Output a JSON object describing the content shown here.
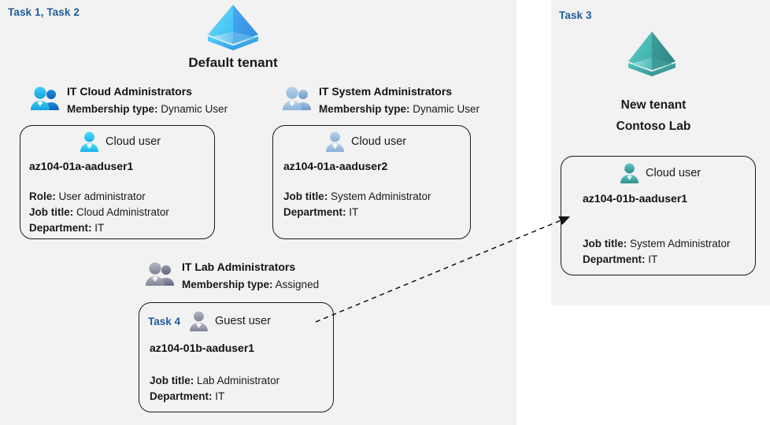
{
  "panels": {
    "default_tenant": {
      "task_label": "Task 1, Task 2",
      "tenant_title": "Default tenant",
      "tenant_icon": "azure-ad-tenant-icon-blue"
    },
    "new_tenant": {
      "task_label": "Task 3",
      "tenant_title_line1": "New  tenant",
      "tenant_title_line2": "Contoso Lab",
      "tenant_icon": "azure-ad-tenant-icon-teal"
    }
  },
  "groups": [
    {
      "id": "it-cloud-administrators",
      "icon": "group-users-icon-blue",
      "name": "IT Cloud Administrators",
      "membership_key": "Membership type:",
      "membership_value": "Dynamic User"
    },
    {
      "id": "it-system-administrators",
      "icon": "group-users-icon-lightblue",
      "name": "IT System Administrators",
      "membership_key": "Membership type:",
      "membership_value": "Dynamic User"
    },
    {
      "id": "it-lab-administrators",
      "icon": "group-users-icon-grey",
      "name": "IT Lab Administrators",
      "membership_key": "Membership type:",
      "membership_value": "Assigned"
    }
  ],
  "users": [
    {
      "id": "az104-01a-aaduser1",
      "task_tag": "",
      "icon": "user-icon-cyan",
      "kind": "Cloud user",
      "name": "az104-01a-aaduser1",
      "attributes": [
        {
          "key": "Role:",
          "value": "User administrator"
        },
        {
          "key": "Job title:",
          "value": "Cloud Administrator"
        },
        {
          "key": "Department:",
          "value": "IT"
        }
      ]
    },
    {
      "id": "az104-01a-aaduser2",
      "task_tag": "",
      "icon": "user-icon-lightblue",
      "kind": "Cloud user",
      "name": "az104-01a-aaduser2",
      "attributes": [
        {
          "key": "Job title:",
          "value": "System Administrator"
        },
        {
          "key": "Department:",
          "value": "IT"
        }
      ]
    },
    {
      "id": "az104-01b-aaduser1-guest",
      "task_tag": "Task 4",
      "icon": "user-icon-grey",
      "kind": "Guest user",
      "name": "az104-01b-aaduser1",
      "attributes": [
        {
          "key": "Job title:",
          "value": "Lab Administrator"
        },
        {
          "key": "Department:",
          "value": "IT"
        }
      ]
    },
    {
      "id": "az104-01b-aaduser1-cloud",
      "task_tag": "",
      "icon": "user-icon-teal",
      "kind": "Cloud user",
      "name": "az104-01b-aaduser1",
      "attributes": [
        {
          "key": "Job title:",
          "value": "System Administrator"
        },
        {
          "key": "Department:",
          "value": "IT"
        }
      ]
    }
  ],
  "connector": {
    "name": "guest-invite-dashed-arrow",
    "from": "az104-01b-aaduser1-guest",
    "to": "az104-01b-aaduser1-cloud",
    "style": "dashed-arrow"
  },
  "colors": {
    "panel_bg": "#f2f2f2",
    "page_bg": "#ffffff",
    "task_accent": "#1f5c99",
    "text": "#1a1a1a",
    "border": "#1a1a1a",
    "tenant_blue": "#32b6f3",
    "tenant_teal": "#45b3b0",
    "group_blue": "#1aa3e8",
    "group_lightblue": "#9cbfe0",
    "group_grey": "#9b9cb0",
    "user_cyan": "#32c8f0",
    "user_lightblue": "#9cbfe0",
    "user_grey": "#9b9cb0",
    "user_teal": "#40a8a8"
  }
}
